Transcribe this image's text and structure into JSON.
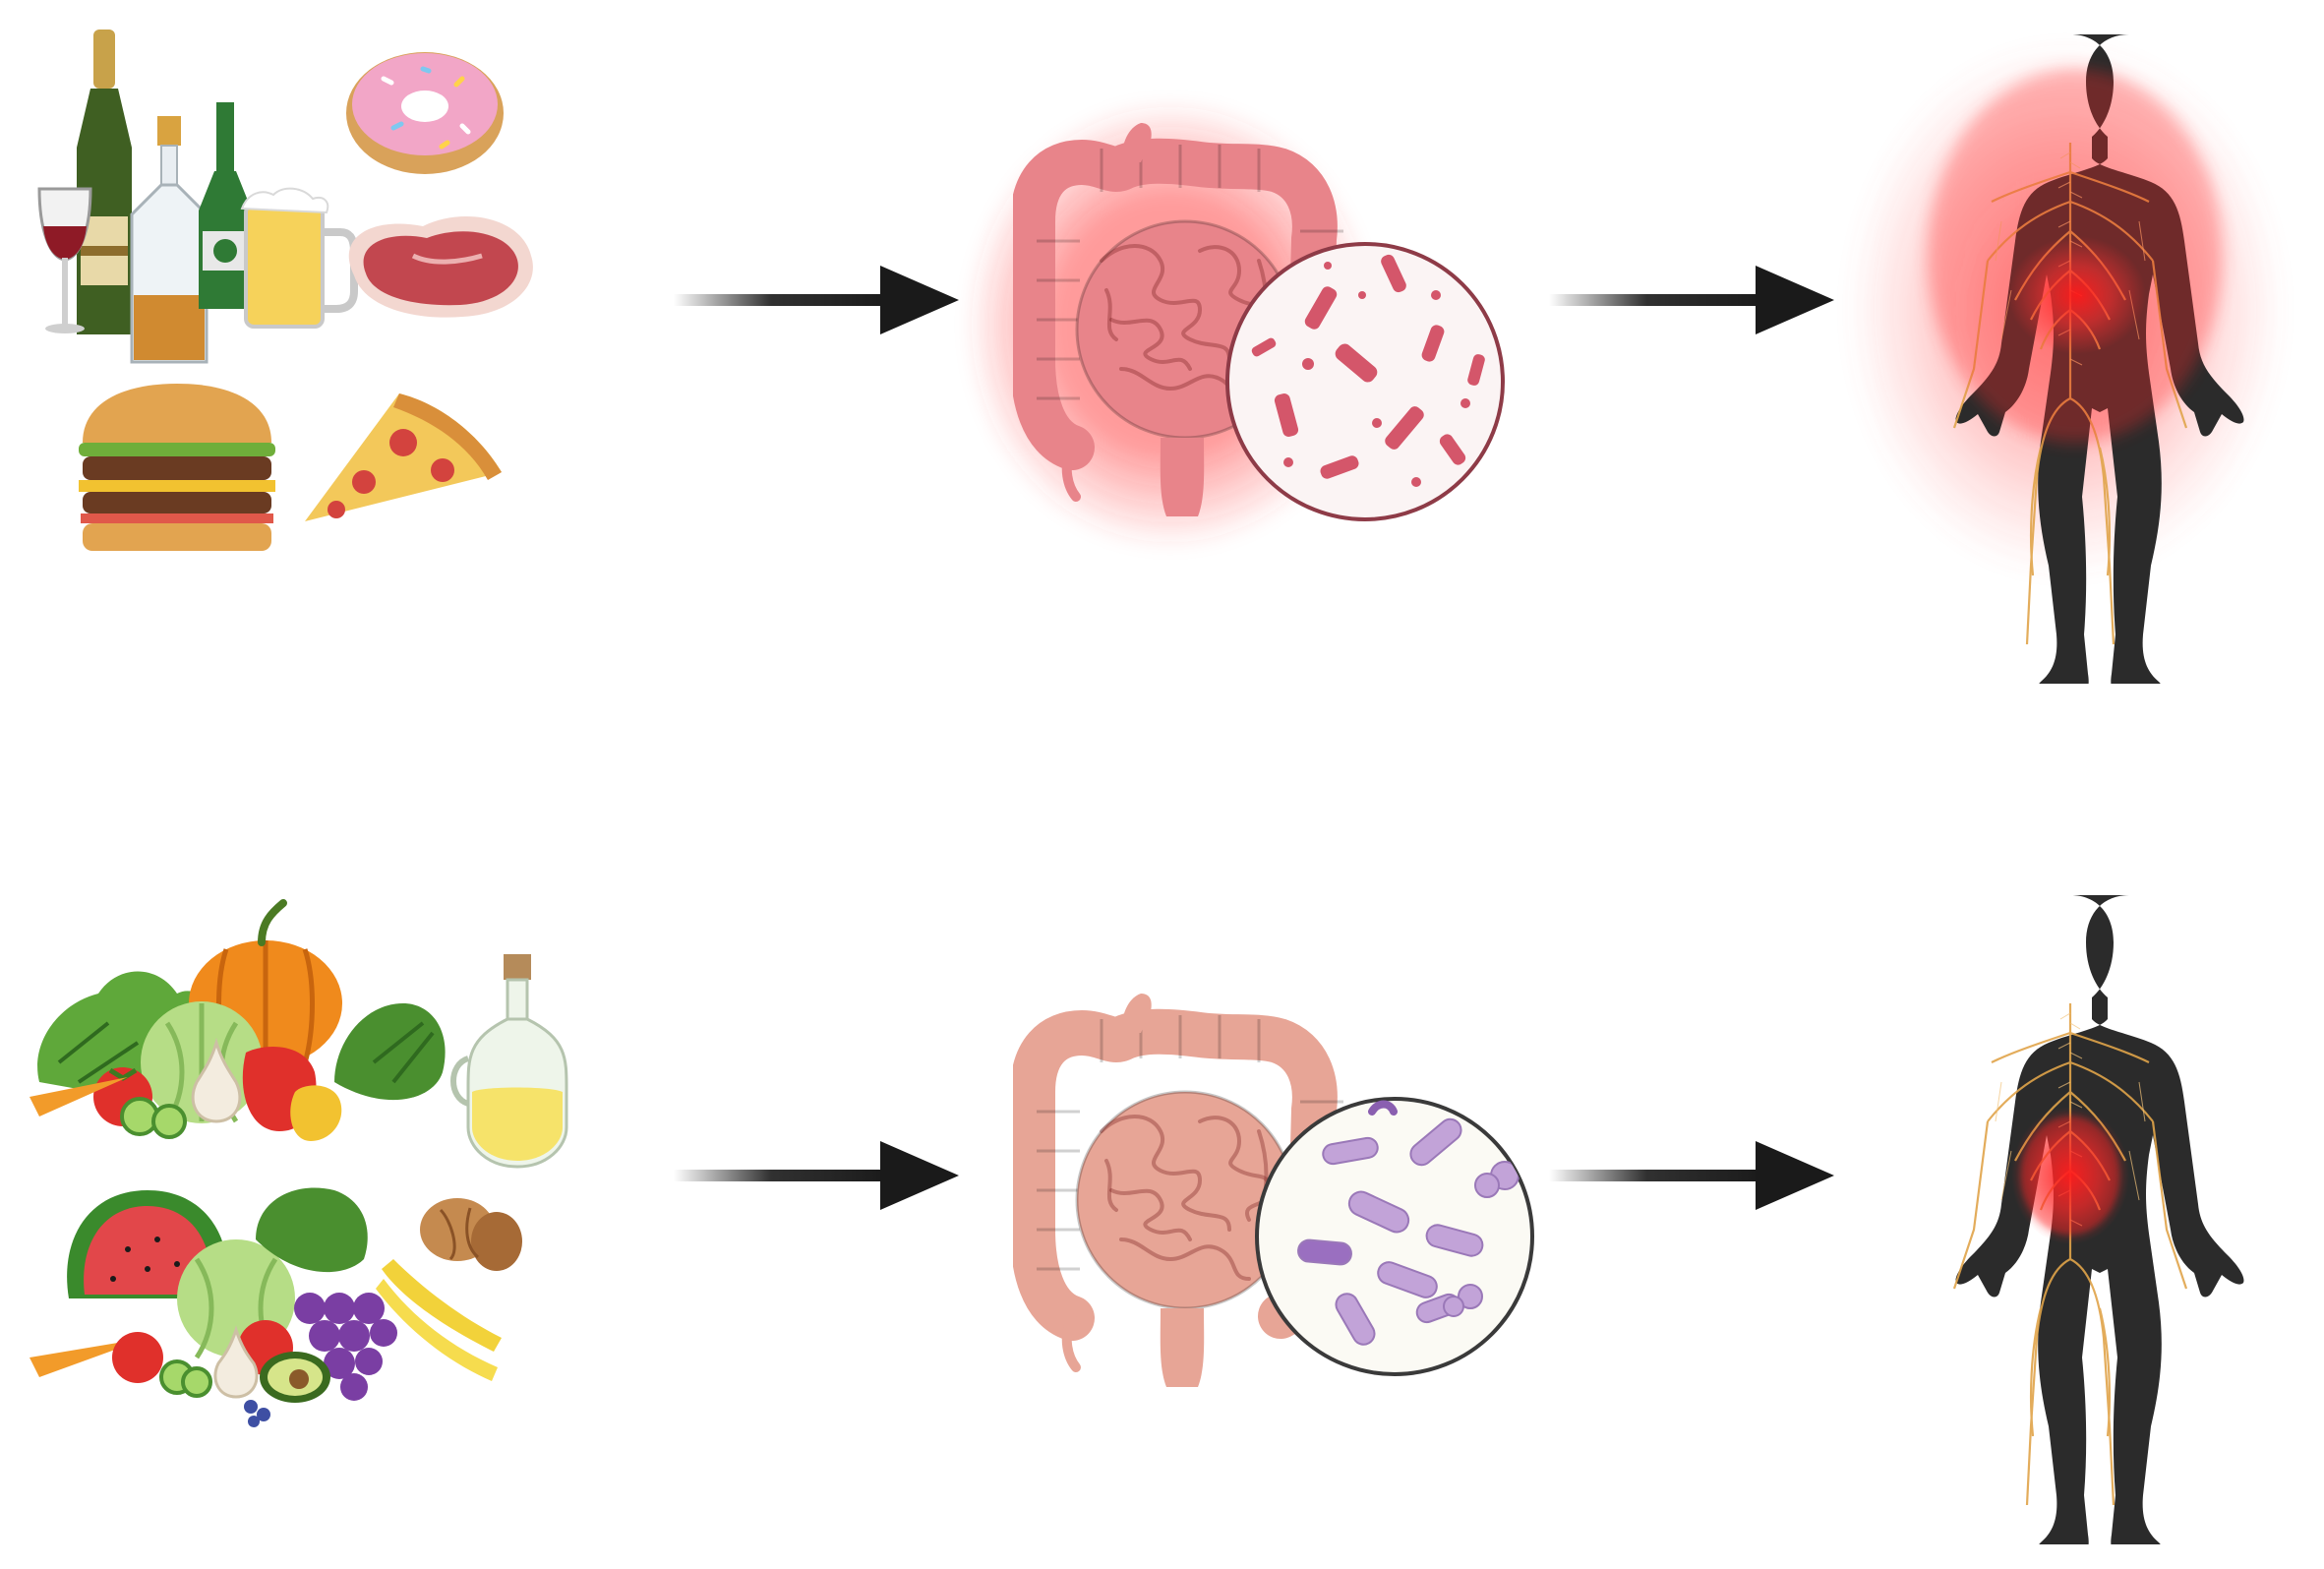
{
  "diagram": {
    "rows": [
      {
        "id": "unhealthy",
        "diet_items": [
          "wine-glass",
          "champagne-bottle",
          "liquor-bottle",
          "beer-bottle",
          "beer-mug",
          "donut",
          "steak",
          "burger",
          "pizza-slice"
        ],
        "gut_state": "inflamed",
        "microbe_view": "pathogenic-rods",
        "body_state": "systemic-inflammation"
      },
      {
        "id": "healthy",
        "diet_items": [
          "leafy-greens",
          "pumpkin",
          "cabbage",
          "tomato",
          "cucumber",
          "garlic",
          "bell-pepper",
          "olive-oil",
          "watermelon",
          "walnut",
          "grapes",
          "banana",
          "avocado",
          "carrot",
          "blueberries"
        ],
        "gut_state": "healthy",
        "microbe_view": "diverse-commensals",
        "body_state": "localized-inflammation"
      }
    ],
    "colors": {
      "arrow": "#1a1a1a",
      "inflamed_glow": "#ff2a2a",
      "intestine_inflamed": "#e8848a",
      "intestine_healthy": "#e7a596",
      "microbe_bad": "#d4566a",
      "microbe_good": "#c2a3d8",
      "body_silhouette": "#2b2b2b",
      "nerves": "#e0a44a"
    }
  }
}
